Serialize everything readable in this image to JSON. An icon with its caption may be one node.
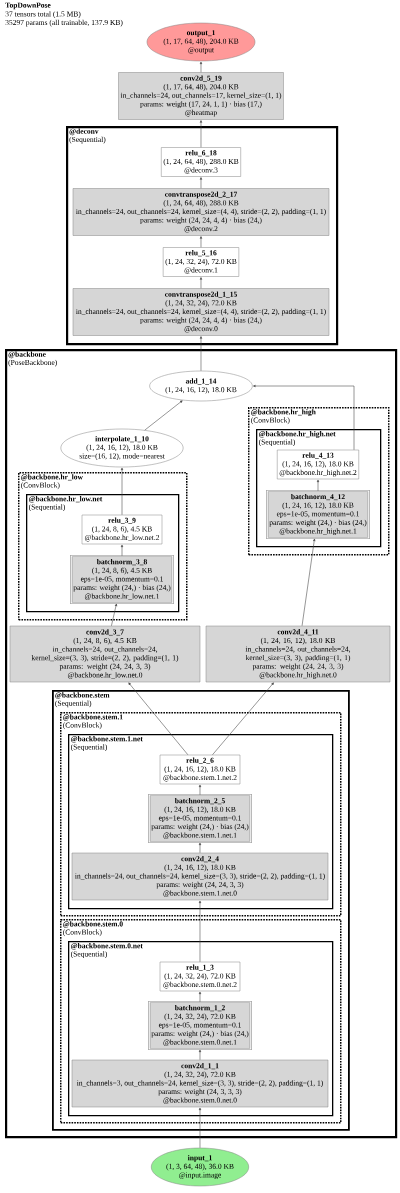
{
  "diagram": {
    "title": "TopDownPose",
    "labels": [
      "37 tensors total (1.5 MB)",
      "35297 params (all trainable, 137.9 KB)"
    ],
    "nodes": [
      {
        "text": [
          "output_1",
          "(1, 17, 64, 48), 204.0 KB",
          "@output"
        ]
      },
      {
        "text": [
          "conv2d_5_19",
          "(1, 17, 64, 48), 204.0 KB",
          "in_channels=24, out_channels=17, kernel_size=(1, 1)",
          "params: weight (17, 24, 1, 1) · bias (17,)",
          "@heatmap"
        ]
      },
      {
        "text": [
          "@deconv",
          "(Sequential)"
        ]
      },
      {
        "text": [
          "relu_6_18",
          "(1, 24, 64, 48), 288.0 KB",
          "@deconv.3"
        ],
        "in": 2
      },
      {
        "text": [
          "convtranspose2d_2_17",
          "(1, 24, 64, 48), 288.0 KB",
          "in_channels=24, out_channels=24, kernel_size=(4, 4), stride=(2, 2), padding=(1, 1)",
          "params: weight (24, 24, 4, 4) · bias (24,)",
          "@deconv.2"
        ],
        "in": 2
      },
      {
        "text": [
          "relu_5_16",
          "(1, 24, 32, 24), 72.0 KB",
          "@deconv.1"
        ],
        "in": 2
      },
      {
        "text": [
          "convtranspose2d_1_15",
          "(1, 24, 32, 24), 72.0 KB",
          "in_channels=24, out_channels=24, kernel_size=(4, 4), stride=(2, 2), padding=(1, 1)",
          "params: weight (24, 24, 4, 4) · bias (24,)",
          "@deconv.0"
        ],
        "in": 2
      },
      {
        "text": [
          "@backbone",
          "(PoseBackbone)"
        ]
      },
      {
        "text": [
          "add_1_14",
          "(1, 24, 16, 12), 18.0 KB"
        ],
        "in": 7
      },
      {
        "text": [
          "@backbone.hr_high",
          "(ConvBlock)"
        ],
        "in": 7
      },
      {
        "text": [
          "@backbone.hr_high.net",
          "(Sequential)"
        ],
        "in": 9
      },
      {
        "text": [
          "relu_4_13",
          "(1, 24, 16, 12), 18.0 KB",
          "@backbone.hr_high.net.2"
        ],
        "in": 10
      },
      {
        "text": [
          "batchnorm_4_12",
          "(1, 24, 16, 12), 18.0 KB",
          "eps=1e-05, momentum=0.1",
          "params: weight (24,) · bias (24,)",
          "@backbone.hr_high.net.1"
        ],
        "in": 10
      },
      {
        "text": [
          "interpolate_1_10",
          "(1, 24, 16, 12), 18.0 KB",
          "size=(16, 12), mode=nearest"
        ],
        "in": 7
      },
      {
        "text": [
          "@backbone.hr_low",
          "(ConvBlock)"
        ],
        "in": 7
      },
      {
        "text": [
          "@backbone.hr_low.net",
          "(Sequential)"
        ],
        "in": 14
      },
      {
        "text": [
          "relu_3_9",
          "(1, 24, 8, 6), 4.5 KB",
          "@backbone.hr_low.net.2"
        ],
        "in": 15
      },
      {
        "text": [
          "batchnorm_3_8",
          "(1, 24, 8, 6), 4.5 KB",
          "eps=1e-05, momentum=0.1",
          "params: weight (24,) · bias (24,)",
          "@backbone.hr_low.net.1"
        ],
        "in": 15
      },
      {
        "text": [
          "conv2d_3_7",
          "(1, 24, 8, 6), 4.5 KB",
          "in_channels=24, out_channels=24, kernel_size=(3, 3), stride=(2, 2), padding=(1, 1)",
          "params: weight (24, 24, 3, 3)",
          "@backbone.hr_low.net.0"
        ],
        "in": 7
      },
      {
        "text": [
          "conv2d_4_11",
          "(1, 24, 16, 12), 18.0 KB",
          "in_channels=24, out_channels=24, kernel_size=(3, 3), padding=(1, 1)",
          "params: weight (24, 24, 3, 3)",
          "@backbone.hr_high.net.0"
        ],
        "in": 7
      },
      {
        "text": [
          "@backbone.stem",
          "(Sequential)"
        ],
        "in": 7
      },
      {
        "text": [
          "@backbone.stem.1",
          "(ConvBlock)"
        ],
        "in": 20
      },
      {
        "text": [
          "@backbone.stem.1.net",
          "(Sequential)"
        ],
        "in": 21
      },
      {
        "text": [
          "relu_2_6",
          "(1, 24, 16, 12), 18.0 KB",
          "@backbone.stem.1.net.2"
        ],
        "in": 22
      },
      {
        "text": [
          "batchnorm_2_5",
          "(1, 24, 16, 12), 18.0 KB",
          "eps=1e-05, momentum=0.1",
          "params: weight (24,) · bias (24,)",
          "@backbone.stem.1.net.1"
        ],
        "in": 22
      },
      {
        "text": [
          "conv2d_2_4",
          "(1, 24, 16, 12), 18.0 KB",
          "in_channels=24, out_channels=24, kernel_size=(3, 3), stride=(2, 2), padding=(1, 1)",
          "params: weight (24, 24, 3, 3)",
          "@backbone.stem.1.net.0"
        ],
        "in": 22
      },
      {
        "text": [
          "@backbone.stem.0",
          "(ConvBlock)"
        ],
        "in": 20
      },
      {
        "text": [
          "@backbone.stem.0.net",
          "(Sequential)"
        ],
        "in": 26
      },
      {
        "text": [
          "relu_1_3",
          "(1, 24, 32, 24), 72.0 KB",
          "@backbone.stem.0.net.2"
        ],
        "in": 27
      },
      {
        "text": [
          "batchnorm_1_2",
          "(1, 24, 32, 24), 72.0 KB",
          "eps=1e-05, momentum=0.1",
          "params: weight (24,) · bias (24,)",
          "@backbone.stem.0.net.1"
        ],
        "in": 27
      },
      {
        "text": [
          "conv2d_1_1",
          "(1, 24, 32, 24), 72.0 KB",
          "in_channels=3, out_channels=24, kernel_size=(3, 3), stride=(2, 2), padding=(1, 1)",
          "params: weight (24, 3, 3, 3)",
          "@backbone.stem.0.net.0"
        ],
        "in": 27
      },
      {
        "text": [
          "input_1",
          "(1, 3, 64, 48), 36.0 KB",
          "@input.image"
        ]
      }
    ],
    "edges": [
      {
        "from": 31,
        "to": 30,
        "arrow": "to"
      },
      {
        "from": 30,
        "to": 29,
        "arrow": "to"
      },
      {
        "from": 29,
        "to": 28,
        "arrow": "to"
      },
      {
        "from": 28,
        "to": 25,
        "arrow": "to"
      },
      {
        "from": 25,
        "to": 24,
        "arrow": "to"
      },
      {
        "from": 24,
        "to": 23,
        "arrow": "to"
      },
      {
        "from": 23,
        "to": 18,
        "arrow": "to"
      },
      {
        "from": 23,
        "to": 19,
        "arrow": "to"
      },
      {
        "from": 18,
        "to": 17,
        "arrow": "to"
      },
      {
        "from": 17,
        "to": 16,
        "arrow": "to"
      },
      {
        "from": 16,
        "to": 13,
        "arrow": "to"
      },
      {
        "from": 13,
        "to": 8,
        "arrow": "to"
      },
      {
        "from": 19,
        "to": 12,
        "arrow": "to"
      },
      {
        "from": 12,
        "to": 11,
        "arrow": "to"
      },
      {
        "from": 11,
        "to": 8,
        "arrow": "to"
      },
      {
        "from": 8,
        "to": 6,
        "arrow": "to"
      },
      {
        "from": 6,
        "to": 5,
        "arrow": "to"
      },
      {
        "from": 5,
        "to": 4,
        "arrow": "to"
      },
      {
        "from": 4,
        "to": 3,
        "arrow": "to"
      },
      {
        "from": 3,
        "to": 1,
        "arrow": "to"
      },
      {
        "from": 1,
        "to": 0,
        "arrow": "to"
      }
    ]
  }
}
